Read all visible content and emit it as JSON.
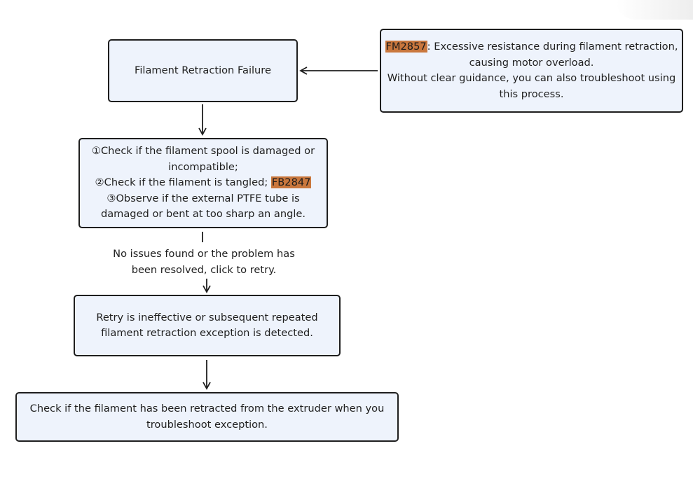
{
  "nodes": {
    "failure": {
      "label": "Filament Retraction Failure"
    },
    "note": {
      "code": "FM2857",
      "line1_rest": ": Excessive resistance during filament retraction,",
      "line2": "causing motor overload.",
      "line3": "Without clear guidance, you can also troubleshoot using",
      "line4": "this process."
    },
    "checks": {
      "line1": "①Check if the filament spool is damaged or",
      "line2": "incompatible;",
      "line3_text": "②Check if the filament is tangled; ",
      "line3_code": "FB2847",
      "line4": "③Observe if the external PTFE tube is",
      "line5": "damaged or bent at too sharp an angle."
    },
    "edge_label": {
      "line1": "No issues found or the problem has",
      "line2": "been resolved, click to retry."
    },
    "retry": {
      "line1": "Retry is ineffective or subsequent repeated",
      "line2": "filament retraction exception is detected."
    },
    "final": {
      "line1": "Check if the filament has been retracted from the extruder when you",
      "line2": "troubleshoot exception."
    }
  },
  "colors": {
    "box_fill": "#eef3fc",
    "box_border": "#1e1e1e",
    "code_highlight": "#c9773d"
  }
}
